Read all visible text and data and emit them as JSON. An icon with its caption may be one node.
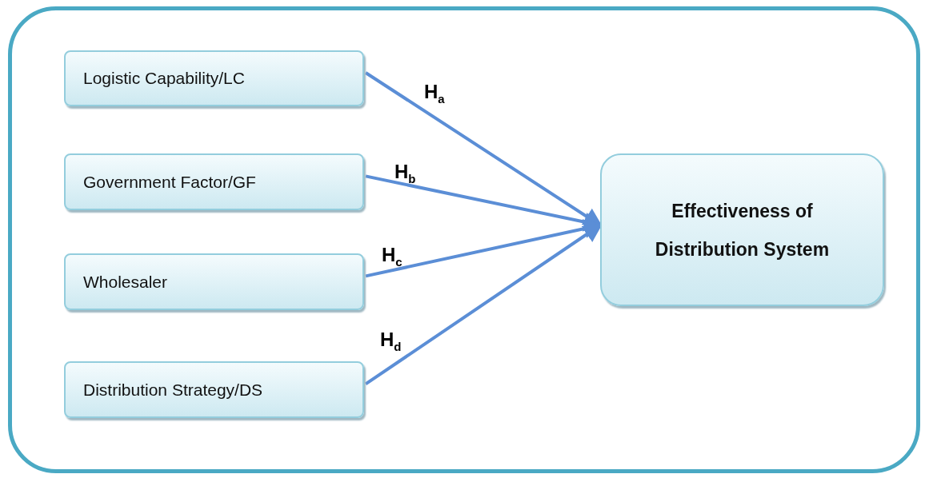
{
  "diagram": {
    "nodes": [
      {
        "text": [],
        "shape": "box"
      },
      {
        "text": [
          "Logistic Capability/LC"
        ],
        "in": 0
      },
      {
        "text": [
          "Government Factor/GF"
        ],
        "in": 0
      },
      {
        "text": [
          "Wholesaler"
        ],
        "in": 0
      },
      {
        "text": [
          "Distribution Strategy/DS"
        ],
        "in": 0
      },
      {
        "text": [
          "Effectiveness of Distribution System"
        ],
        "in": 0
      }
    ],
    "edges": [
      {
        "from": 1,
        "to": 5,
        "arrow": "to",
        "label": "H$_{a}$"
      },
      {
        "from": 2,
        "to": 5,
        "arrow": "to",
        "label": "H$_{b}$"
      },
      {
        "from": 3,
        "to": 5,
        "arrow": "to",
        "label": "H$_{c}$"
      },
      {
        "from": 4,
        "to": 5,
        "arrow": "to",
        "label": "H$_{d}$"
      }
    ]
  }
}
